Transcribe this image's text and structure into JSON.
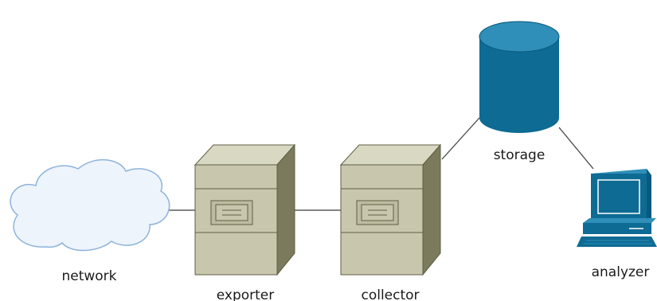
{
  "nodes": {
    "network": {
      "label": "network"
    },
    "exporter": {
      "label": "exporter"
    },
    "collector": {
      "label": "collector"
    },
    "storage": {
      "label": "storage"
    },
    "analyzer": {
      "label": "analyzer"
    }
  },
  "colors": {
    "cloud_fill": "#eef4fb",
    "cloud_stroke": "#8db3dd",
    "server_front": "#c8c7ad",
    "server_top": "#d9d8c3",
    "server_side": "#7b7a5c",
    "server_stroke": "#5f5e44",
    "drive_bay": "#bdbca0",
    "cylinder_body": "#0d6b94",
    "cylinder_top": "#2f8fb8",
    "computer_blue": "#0d6b94",
    "connector": "#3a3a3a"
  }
}
